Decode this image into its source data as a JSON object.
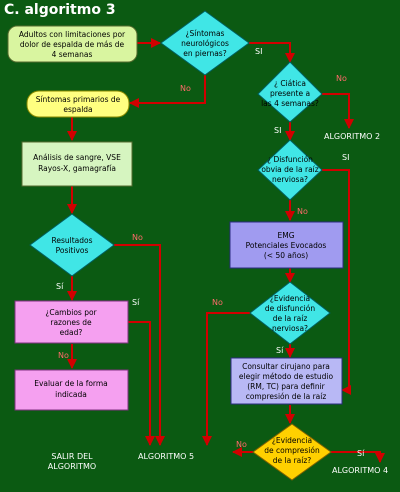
{
  "title": "C. algoritmo 3",
  "nodes": {
    "adultos": [
      "Adultos con limitaciones por",
      "dolor de espalda de más de",
      "4 semanas"
    ],
    "sintomas_neuro": [
      "¿Síntomas",
      "neurológicos",
      "en piernas?"
    ],
    "sintomas_primarios": [
      "Síntomas primarios de",
      "espalda"
    ],
    "ciatica": [
      "¿ Ciática",
      "presente a",
      "las 4 semanas?"
    ],
    "analisis": [
      "Análisis de sangre, VSE",
      "Rayos-X, gamagrafía"
    ],
    "disfuncion": [
      "¿ Disfunción",
      "obvia de la raíz",
      "nerviosa?"
    ],
    "resultados": [
      "Resultados",
      "Positivos"
    ],
    "emg": [
      "EMG",
      "Potenciales Evocados",
      "(< 50 años)"
    ],
    "cambios": [
      "¿Cambios por",
      "razones de",
      "edad?"
    ],
    "evidencia_disfuncion": [
      "¿Evidencia",
      "de disfunción",
      "de la raíz",
      "nerviosa?"
    ],
    "evaluar": [
      "Evaluar de la forma",
      "indicada"
    ],
    "consultar": [
      "Consultar cirujano para",
      "elegir método de estudio",
      "(RM, TC) para definir",
      "compresión de la raíz"
    ],
    "evidencia_compresion": [
      "¿Evidencia",
      "de compresión",
      "de la raíz?"
    ]
  },
  "labels": {
    "si": "Sí",
    "si_upper": "SI",
    "no": "No"
  },
  "endpoints": {
    "algoritmo2": "ALGORITMO 2",
    "algoritmo4": "ALGORITMO 4",
    "algoritmo5": "ALGORITMO 5",
    "salir": [
      "SALIR DEL",
      "ALGORITMO"
    ]
  },
  "colors": {
    "background": "#0b5a12",
    "start_node": "#d9f5a0",
    "primary_node": "#ffff80",
    "process_node": "#d6f5c0",
    "decision_node": "#40e6e6",
    "emg_node": "#a09bf0",
    "consult_node": "#b8b8f5",
    "pink_node": "#f5a0f0",
    "final_decision": "#ffd000",
    "edge": "#d10000",
    "no_label": "#ff6a6a"
  }
}
